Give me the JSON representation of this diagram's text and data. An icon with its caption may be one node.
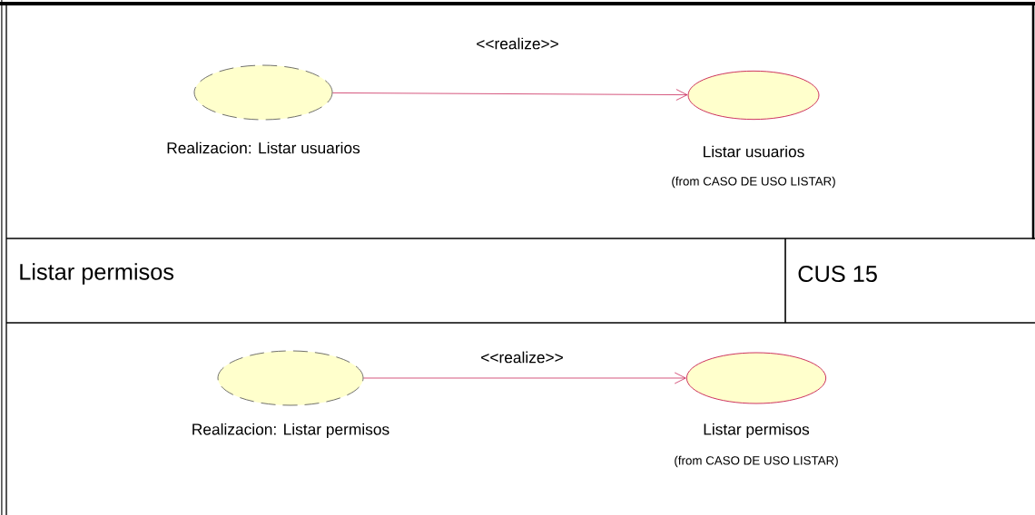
{
  "diagram": {
    "nodes": [
      {
        "text": [
          "Realizacion: Listar usuarios"
        ]
      },
      {
        "text": [
          "Listar usuarios",
          "(from CASO DE USO LISTAR)"
        ]
      },
      {
        "text": [
          "Realizacion: Listar permisos"
        ]
      },
      {
        "text": [
          "Listar permisos",
          "(from CASO DE USO LISTAR)"
        ]
      }
    ],
    "edges": [
      {
        "from": 0,
        "to": 1,
        "arrow": "to",
        "label": "<<realize>>"
      },
      {
        "from": 2,
        "to": 3,
        "arrow": "to",
        "label": "<<realize>>"
      }
    ],
    "labels": [
      "Listar permisos",
      "CUS 15"
    ]
  }
}
